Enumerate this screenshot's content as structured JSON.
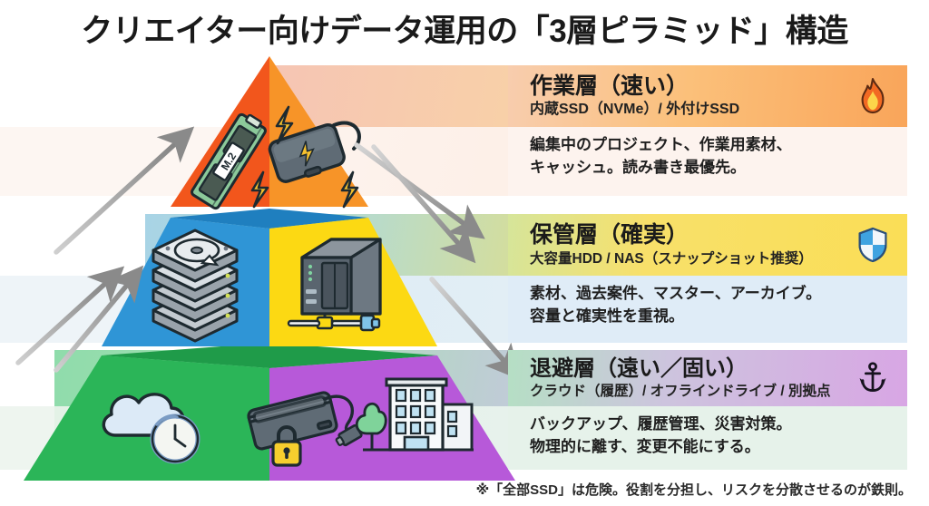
{
  "title": "クリエイター向けデータ運用の「3層ピラミッド」構造",
  "tiers": [
    {
      "id": "work",
      "title": "作業層（速い）",
      "subtitle": "内蔵SSD（NVMe）/ 外付けSSD",
      "desc_line1": "編集中のプロジェクト、作業用素材、",
      "desc_line2": "キャッシュ。読み書き最優先。",
      "icon": "fire-icon",
      "header_color": "#f9a55a",
      "body_color": "#fdf3ee",
      "face_left_color": "#f2561c",
      "face_right_color": "#f79428",
      "device_icons": [
        "m2-ssd-icon",
        "portable-ssd-icon",
        "lightning-bolt-icon"
      ],
      "m2_label": "M.2"
    },
    {
      "id": "store",
      "title": "保管層（確実）",
      "subtitle": "大容量HDD / NAS（スナップショット推奨）",
      "desc_line1": "素材、過去案件、マスター、アーカイブ。",
      "desc_line2": "容量と確実性を重視。",
      "icon": "shield-icon",
      "header_color": "#fade56",
      "body_color": "#dfecf7",
      "face_left_color": "#2f95d6",
      "face_right_color": "#fcd913",
      "device_icons": [
        "hdd-stack-icon",
        "nas-box-icon",
        "ethernet-cable-icon"
      ]
    },
    {
      "id": "escape",
      "title": "退避層（遠い／固い）",
      "subtitle": "クラウド（履歴）/ オフラインドライブ / 別拠点",
      "desc_line1": "バックアップ、履歴管理、災害対策。",
      "desc_line2": "物理的に離す、変更不能にする。",
      "icon": "anchor-icon",
      "header_color": "#d8a6e4",
      "body_color": "#e6f2ea",
      "face_left_color": "#2bb558",
      "face_right_color": "#b759d9",
      "device_icons": [
        "cloud-clock-icon",
        "external-hdd-lock-icon",
        "office-building-icon"
      ]
    }
  ],
  "footnote": "※「全部SSD」は危険。役割を分担し、リスクを分散させるのが鉄則。",
  "arrows": {
    "up_label": "upward-flow-arrow",
    "down_label": "downward-flow-arrow",
    "color": "#8a8a8a"
  }
}
